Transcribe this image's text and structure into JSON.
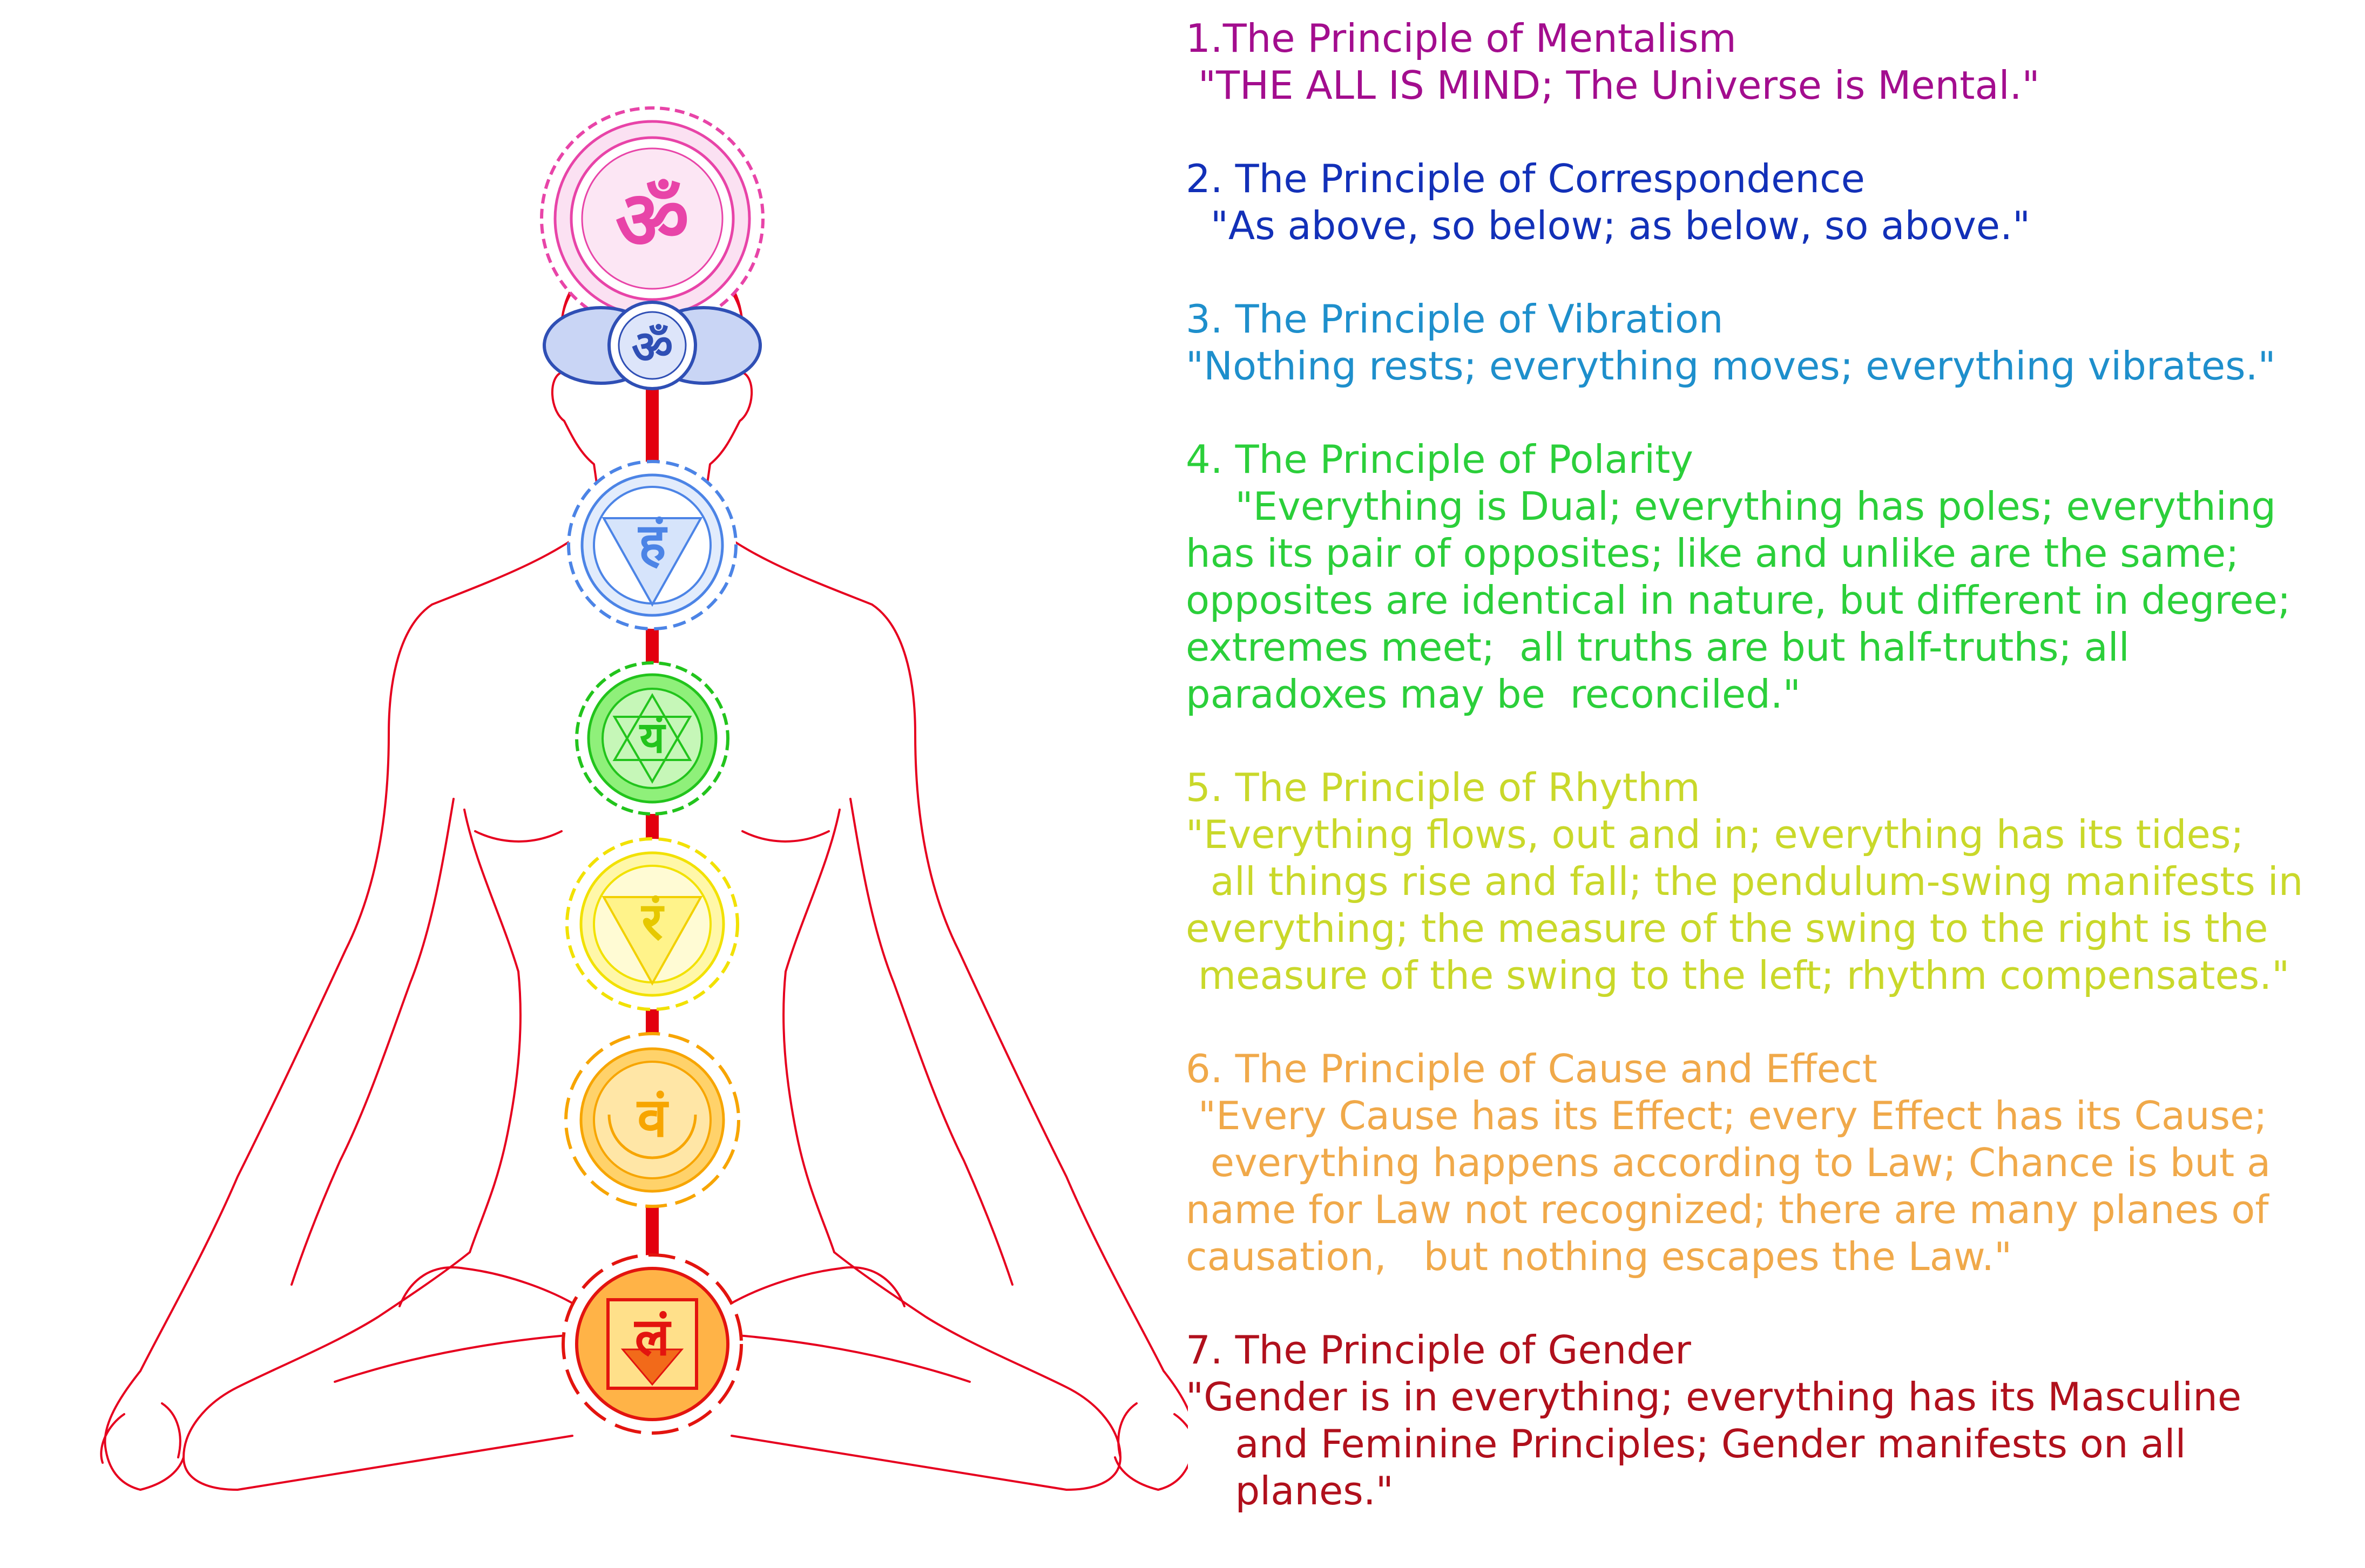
{
  "colors": {
    "outline": "#e6001f",
    "spine": "#e3000f",
    "mentalism": "#a30d8e",
    "correspondence": "#1230b8",
    "vibration": "#1e8fcc",
    "polarity": "#2bcf3a",
    "rhythm": "#c9d82a",
    "cause_effect": "#f0a94a",
    "gender": "#b0101c"
  },
  "chakras": [
    {
      "id": "crown",
      "symbol": "om",
      "color": "#e844a8",
      "fill": "#f6a8d8"
    },
    {
      "id": "third-eye",
      "symbol": "om-small",
      "color": "#2f4fb5",
      "fill": "#9fb2ea"
    },
    {
      "id": "throat",
      "symbol": "ham",
      "color": "#4c84e6",
      "fill": "#b8d0f7"
    },
    {
      "id": "heart",
      "symbol": "yam",
      "color": "#22c41c",
      "fill": "#7ff06a"
    },
    {
      "id": "solar-plexus",
      "symbol": "ram",
      "color": "#f2e100",
      "fill": "#fff38a"
    },
    {
      "id": "sacral",
      "symbol": "vam",
      "color": "#f7a500",
      "fill": "#ffd26a"
    },
    {
      "id": "root",
      "symbol": "lam",
      "color": "#e3140f",
      "fill": "#ffb347"
    }
  ],
  "principles": [
    {
      "key": "mentalism",
      "title": "1.The Principle of Mentalism",
      "lines": [
        " \"THE ALL IS MIND; The Universe is Mental.\""
      ]
    },
    {
      "key": "correspondence",
      "title": "2. The Principle of Correspondence",
      "lines": [
        "  \"As above, so below; as below, so above.\""
      ]
    },
    {
      "key": "vibration",
      "title": "3. The Principle of Vibration",
      "lines": [
        "\"Nothing rests; everything moves; everything vibrates.\""
      ]
    },
    {
      "key": "polarity",
      "title": "4. The Principle of Polarity",
      "lines": [
        "    \"Everything is Dual; everything has poles; everything",
        "has its pair of opposites; like and unlike are the same;",
        "opposites are identical in nature, but different in degree;",
        "extremes meet;  all truths are but half-truths; all",
        "paradoxes may be  reconciled.\""
      ]
    },
    {
      "key": "rhythm",
      "title": "5. The Principle of Rhythm",
      "lines": [
        "\"Everything flows, out and in; everything has its tides;",
        "  all things rise and fall; the pendulum-swing manifests in",
        "everything; the measure of the swing to the right is the",
        " measure of the swing to the left; rhythm compensates.\""
      ]
    },
    {
      "key": "cause_effect",
      "title": "6. The Principle of Cause and Effect",
      "lines": [
        " \"Every Cause has its Effect; every Effect has its Cause;",
        "  everything happens according to Law; Chance is but a",
        "name for Law not recognized; there are many planes of",
        "causation,   but nothing escapes the Law.\""
      ]
    },
    {
      "key": "gender",
      "title": "7. The Principle of Gender",
      "lines": [
        "\"Gender is in everything; everything has its Masculine",
        "    and Feminine Principles; Gender manifests on all",
        "    planes.\""
      ]
    }
  ]
}
